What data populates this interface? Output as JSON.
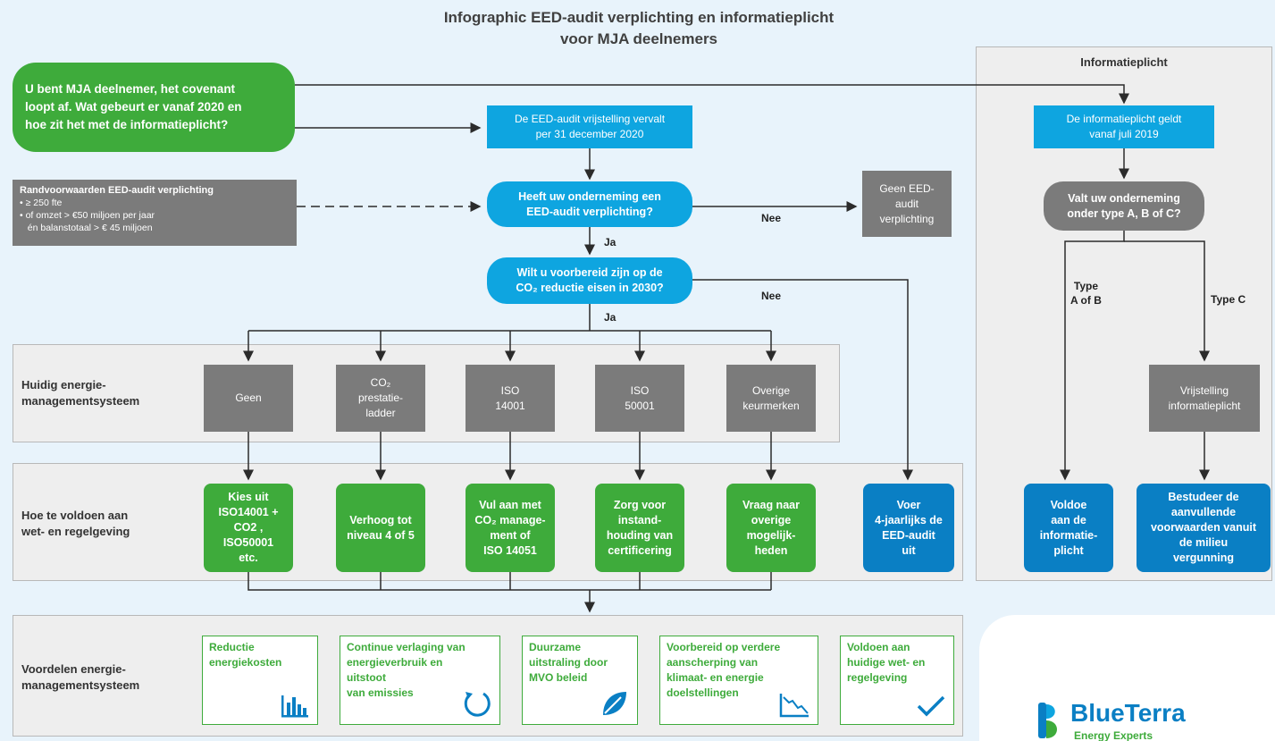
{
  "title": {
    "line1": "Infographic EED-audit verplichting en informatieplicht",
    "line2": "voor MJA deelnemers"
  },
  "start": "U bent MJA deelnemer, het covenant\nloopt af. Wat gebeurt er vanaf 2020 en\nhoe zit het met de informatieplicht?",
  "exemption": "De EED-audit vrijstelling vervalt\nper 31 december 2020",
  "conditions": {
    "heading": "Randvoorwaarden EED-audit verplichting",
    "items": [
      "≥ 250 fte",
      "of omzet > €50 miljoen per jaar",
      "én balanstotaal > € 45 miljoen"
    ]
  },
  "q1": "Heeft uw onderneming een\nEED-audit verplichting?",
  "q2": "Wilt u voorbereid zijn op de\nCO₂ reductie eisen in 2030?",
  "no_obligation": "Geen EED-\naudit\nverplichting",
  "labels": {
    "nee1": "Nee",
    "nee2": "Nee",
    "ja1": "Ja",
    "ja2": "Ja",
    "type_ab": "Type\nA of B",
    "type_c": "Type C"
  },
  "sections": {
    "current": "Huidig energie-\nmanagementsysteem",
    "comply": "Hoe te voldoen aan\nwet- en regelgeving",
    "benefits": "Voordelen energie-\nmanagementsysteem"
  },
  "systems": [
    "Geen",
    "CO₂\nprestatie-\nladder",
    "ISO\n14001",
    "ISO\n50001",
    "Overige\nkeurmerken"
  ],
  "actions": [
    "Kies uit\nISO14001 +\nCO2 ,\nISO50001\netc.",
    "Verhoog tot\nniveau 4 of 5",
    "Vul aan met\nCO₂ manage-\nment of\nISO 14051",
    "Zorg voor\ninstand-\nhouding van\ncertificering",
    "Vraag naar\noverige\nmogelijk-\nheden"
  ],
  "audit_action": "Voer\n4-jaarlijks de\nEED-audit\nuit",
  "info": {
    "title": "Informatieplicht",
    "start": "De informatieplicht geldt\nvanaf juli 2019",
    "question": "Valt uw onderneming\nonder type A, B of C?",
    "exemption": "Vrijstelling\ninformatieplicht",
    "comply": "Voldoe\naan de\ninformatie-\nplicht",
    "study": "Bestudeer de\naanvullende\nvoorwaarden vanuit\nde milieu\nvergunning"
  },
  "benefits": [
    {
      "text": "Reductie\nenergiekosten",
      "icon": "bar-chart-icon"
    },
    {
      "text": "Continue verlaging van\nenergieverbruik en\nuitstoot\nvan emissies",
      "icon": "cycle-arrow-icon"
    },
    {
      "text": "Duurzame\nuitstraling door\nMVO beleid",
      "icon": "leaf-icon"
    },
    {
      "text": "Voorbereid op verdere\naanscherping van\nklimaat- en energie\ndoelstellingen",
      "icon": "declining-chart-icon"
    },
    {
      "text": "Voldoen aan\nhuidige wet- en\nregelgeving",
      "icon": "checkmark-icon"
    }
  ],
  "logo": {
    "name": "BlueTerra",
    "tagline": "Energy Experts"
  },
  "colors": {
    "green": "#3eab3b",
    "blue": "#0ea5e0",
    "darkblue": "#0a7fc4",
    "gray": "#7b7b7b"
  }
}
